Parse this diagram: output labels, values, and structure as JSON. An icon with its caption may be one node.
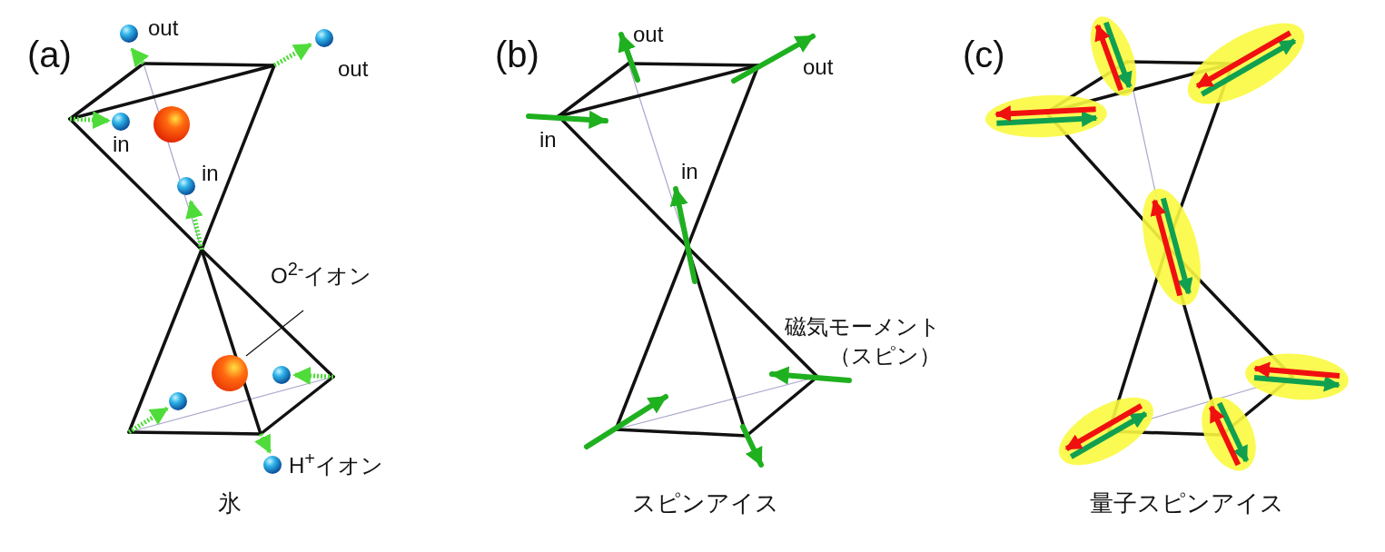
{
  "diagram": {
    "nodes": [
      {
        "text": [
          "O$^{2-}$イオン"
        ]
      },
      {
        "text": [],
        "shape": "circle"
      }
    ],
    "edges": [
      {
        "from": 0,
        "to": 1,
        "arrow": "none"
      }
    ],
    "labels": [
      "(a)",
      "out",
      "out",
      "in",
      "in",
      "H$^{+}$イオン",
      "氷",
      "(b)",
      "out",
      "out",
      "in",
      "in",
      "磁気モーメント（スピン）",
      "スピンアイス",
      "(c)",
      "量子スピンアイス"
    ]
  }
}
